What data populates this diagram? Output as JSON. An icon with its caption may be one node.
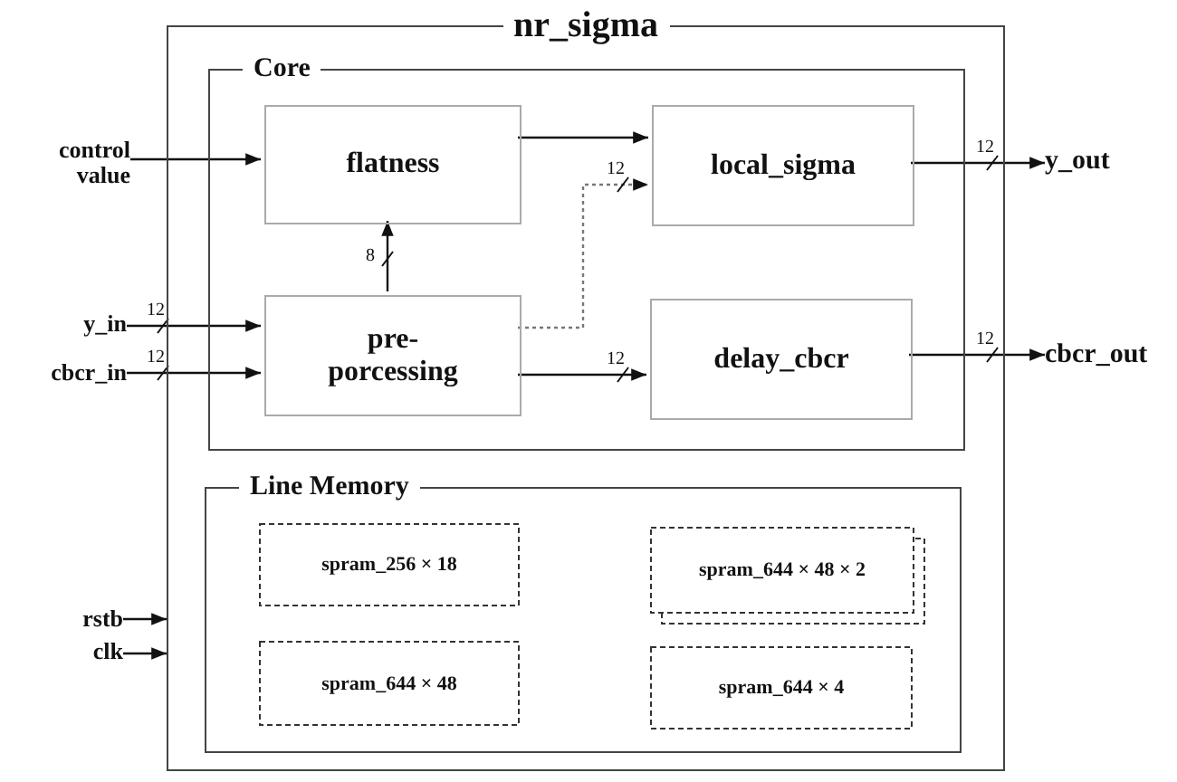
{
  "diagram": {
    "nodes": [
      {
        "text": [
          "nr_sigma"
        ]
      },
      {
        "text": [
          "Core"
        ],
        "in": 0
      },
      {
        "text": [
          "flatness"
        ],
        "in": 1
      },
      {
        "text": [
          "local_sigma"
        ],
        "in": 1
      },
      {
        "text": [
          "pre- porcessing"
        ],
        "in": 1
      },
      {
        "text": [
          "delay_cbcr"
        ],
        "in": 1
      },
      {
        "text": [
          "Line Memory"
        ],
        "in": 0
      },
      {
        "text": [
          "spram_256 × 18"
        ],
        "in": 6
      },
      {
        "text": [
          "spram_644 × 48 × 2"
        ],
        "in": 6
      },
      {
        "text": [
          "spram_644 × 48"
        ],
        "in": 6
      },
      {
        "text": [
          "spram_644 × 4"
        ],
        "in": 6
      },
      {
        "text": [
          "control value"
        ]
      },
      {
        "text": [
          "y_in"
        ]
      },
      {
        "text": [
          "cbcr_in"
        ]
      },
      {
        "text": [
          "y_out"
        ]
      },
      {
        "text": [
          "cbcr_out"
        ]
      },
      {
        "text": [
          "rstb"
        ]
      },
      {
        "text": [
          "clk"
        ]
      }
    ],
    "edges": [
      {
        "from": 11,
        "to": 2,
        "arrow": "to"
      },
      {
        "from": 12,
        "to": 4,
        "arrow": "to",
        "label": "12"
      },
      {
        "from": 13,
        "to": 4,
        "arrow": "to",
        "label": "12"
      },
      {
        "from": 2,
        "to": 3,
        "arrow": "to"
      },
      {
        "from": 4,
        "to": 3,
        "arrow": "to",
        "label": "12",
        "style": "dashed",
        "color": "#777777"
      },
      {
        "from": 4,
        "to": 2,
        "arrow": "to",
        "label": "8"
      },
      {
        "from": 4,
        "to": 5,
        "arrow": "to",
        "label": "12"
      },
      {
        "from": 3,
        "to": 14,
        "arrow": "to",
        "label": "12"
      },
      {
        "from": 5,
        "to": 15,
        "arrow": "to",
        "label": "12"
      },
      {
        "from": 16,
        "to": 0,
        "arrow": "to"
      },
      {
        "from": 17,
        "to": 0,
        "arrow": "to"
      }
    ]
  }
}
